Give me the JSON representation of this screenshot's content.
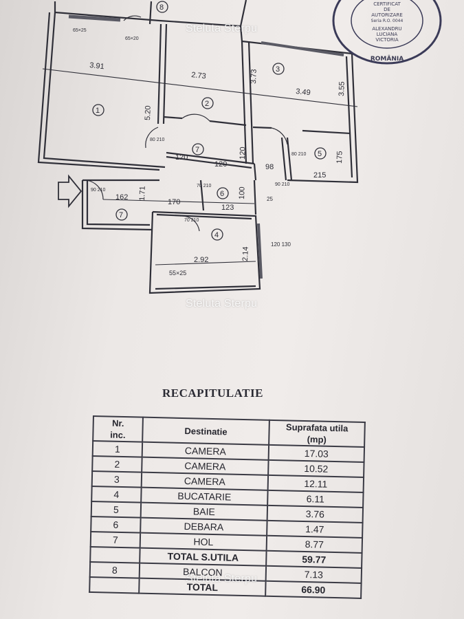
{
  "watermark": "Steluta Sterpu",
  "plan": {
    "room_numbers": [
      "1",
      "2",
      "3",
      "4",
      "5",
      "6",
      "7",
      "7",
      "8"
    ],
    "dimensions": {
      "d_391": "3.91",
      "d_273": "2.73",
      "d_349": "3.49",
      "d_520": "5.20",
      "d_373": "3.73",
      "d_355": "3.55",
      "d_120a": "120",
      "d_120b": "120",
      "d_120c": "120",
      "d_98": "98",
      "d_215": "215",
      "d_175": "175",
      "d_162": "162",
      "d_171": "1.71",
      "d_170": "170",
      "d_123": "123",
      "d_100": "100",
      "d_292": "2.92",
      "d_214": "2.14",
      "d_120_130": "120\n130",
      "d_55x25": "55×25",
      "d_65x25": "65×25",
      "d_65x20": "65×20",
      "d_25": "25",
      "door_1": "90\n210",
      "door_2": "80\n210",
      "door_3": "80\n210",
      "door_4": "70\n210",
      "door_5": "70\n210",
      "door_6": "90\n210"
    }
  },
  "stamp": {
    "line1": "CERTIFICAT",
    "line2": "DE",
    "line3": "AUTORIZARE",
    "line4": "Seria R.O. 0044",
    "line5": "ALEXANDRU",
    "line6": "LUCIANA",
    "line7": "VICTORIA",
    "line8": "ROMÂNIA"
  },
  "recap": {
    "title": "RECAPITULATIE",
    "headers": {
      "nr": "Nr.\ninc.",
      "destinatie": "Destinatie",
      "suprafata": "Suprafata utila\n(mp)"
    },
    "rows": [
      {
        "nr": "1",
        "name": "CAMERA",
        "area": "17.03"
      },
      {
        "nr": "2",
        "name": "CAMERA",
        "area": "10.52"
      },
      {
        "nr": "3",
        "name": "CAMERA",
        "area": "12.11"
      },
      {
        "nr": "4",
        "name": "BUCATARIE",
        "area": "6.11"
      },
      {
        "nr": "5",
        "name": "BAIE",
        "area": "3.76"
      },
      {
        "nr": "6",
        "name": "DEBARA",
        "area": "1.47"
      },
      {
        "nr": "7",
        "name": "HOL",
        "area": "8.77"
      }
    ],
    "total_utila_label": "TOTAL S.UTILA",
    "total_utila_value": "59.77",
    "balcon_nr": "8",
    "balcon_label": "BALCON",
    "balcon_value": "7.13",
    "total_label": "TOTAL",
    "total_value": "66.90"
  }
}
